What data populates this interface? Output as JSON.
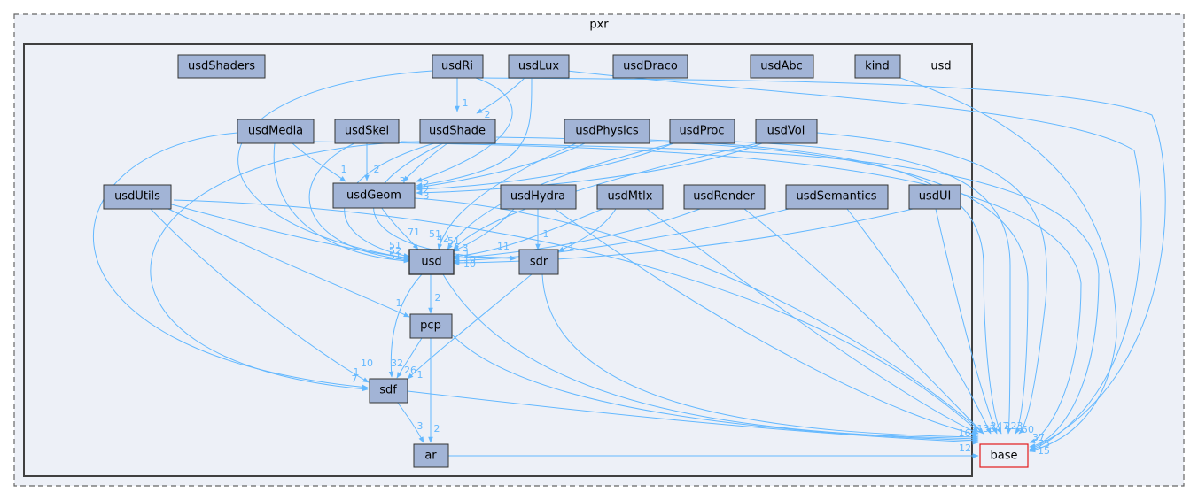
{
  "outer_cluster": {
    "label": "pxr"
  },
  "inner_cluster": {
    "label": "usd"
  },
  "nodes": {
    "usdShaders": "usdShaders",
    "usdRi": "usdRi",
    "usdLux": "usdLux",
    "usdDraco": "usdDraco",
    "usdAbc": "usdAbc",
    "kind": "kind",
    "usdMedia": "usdMedia",
    "usdSkel": "usdSkel",
    "usdShade": "usdShade",
    "usdPhysics": "usdPhysics",
    "usdProc": "usdProc",
    "usdVol": "usdVol",
    "usdUtils": "usdUtils",
    "usdGeom": "usdGeom",
    "usdHydra": "usdHydra",
    "usdMtlx": "usdMtlx",
    "usdRender": "usdRender",
    "usdSemantics": "usdSemantics",
    "usdUI": "usdUI",
    "usd": "usd",
    "sdr": "sdr",
    "pcp": "pcp",
    "sdf": "sdf",
    "ar": "ar",
    "base": "base"
  },
  "edge_labels": {
    "usdRi_usdShade": "1",
    "usdLux_usdShade": "2",
    "usdMedia_usdGeom": "1",
    "usdSkel_usdGeom": "2",
    "usdShade_usdGeom": "3",
    "usdGeom_usd": "71",
    "usdHydra_sdr": "1",
    "usdMtlx_sdr": "1",
    "usd_pcp": "2",
    "usdUtils_pcp": "1",
    "usdUtils_sdf": "10",
    "usd_sdf": "32",
    "pcp_sdf": "26",
    "sdr_sdf": "1",
    "sdf_ar": "3",
    "pcp_ar": "2",
    "ar_base": "12",
    "usd_sdr": "11",
    "into_usd_a": "51",
    "into_usd_b": "42",
    "into_usd_c": "51",
    "into_usd_d": "3",
    "into_geom_a": "2",
    "into_geom_b": "2",
    "into_geom_c": "3",
    "into_usd_left_a": "51",
    "into_usd_left_b": "52",
    "into_usd_left_c": "51",
    "into_usd_right_a": "1",
    "into_usd_right_b": "10",
    "into_usd_right_c": "10",
    "into_sdf_a": "7",
    "into_sdf_b": "1",
    "base_in_a": "133",
    "base_in_b": "247",
    "base_in_c": "223",
    "base_in_d": "50",
    "base_in_e": "37",
    "base_in_f": "75",
    "base_in_g": "15",
    "base_in_h": "164"
  }
}
